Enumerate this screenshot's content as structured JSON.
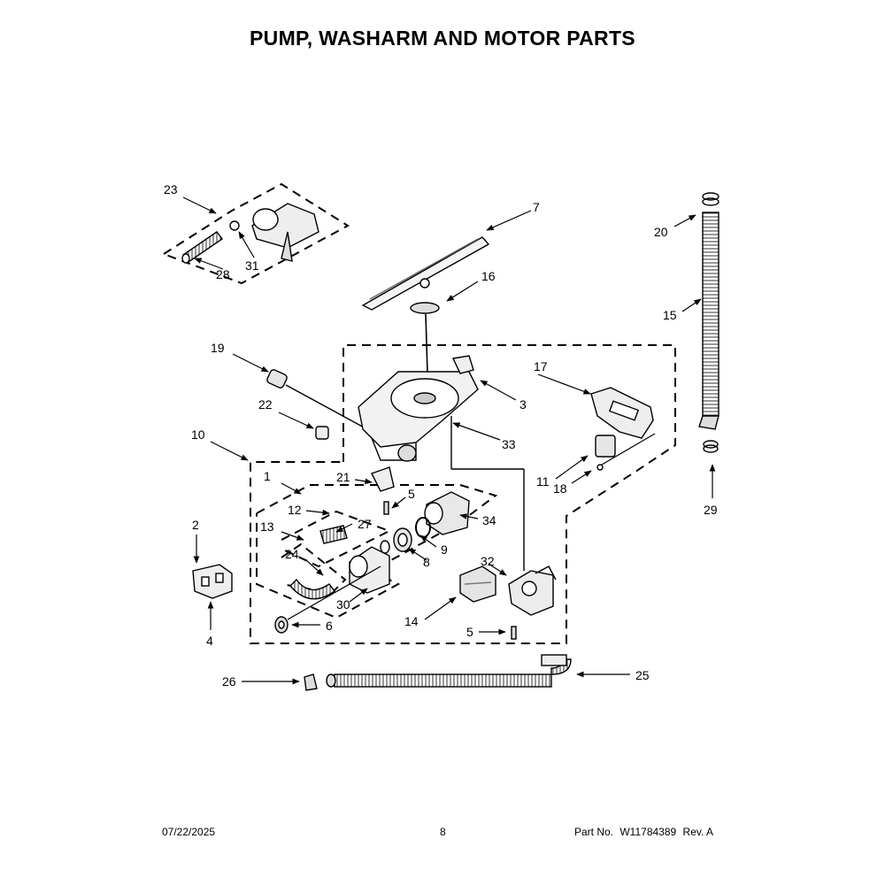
{
  "page": {
    "title": "PUMP, WASHARM AND MOTOR PARTS"
  },
  "callouts": {
    "c1": "1",
    "c2": "2",
    "c3": "3",
    "c4": "4",
    "c5a": "5",
    "c5b": "5",
    "c6": "6",
    "c7": "7",
    "c8": "8",
    "c9": "9",
    "c10": "10",
    "c11": "11",
    "c12": "12",
    "c13": "13",
    "c14": "14",
    "c15": "15",
    "c16": "16",
    "c17": "17",
    "c18": "18",
    "c19": "19",
    "c20": "20",
    "c21": "21",
    "c22": "22",
    "c23": "23",
    "c24": "24",
    "c25": "25",
    "c26": "26",
    "c27": "27",
    "c28": "28",
    "c29": "29",
    "c30": "30",
    "c31": "31",
    "c32": "32",
    "c33": "33",
    "c34": "34"
  },
  "footer": {
    "date": "07/22/2025",
    "page_number": "8",
    "part_label": "Part No.",
    "part_number": "W11784389",
    "rev": "Rev. A"
  }
}
